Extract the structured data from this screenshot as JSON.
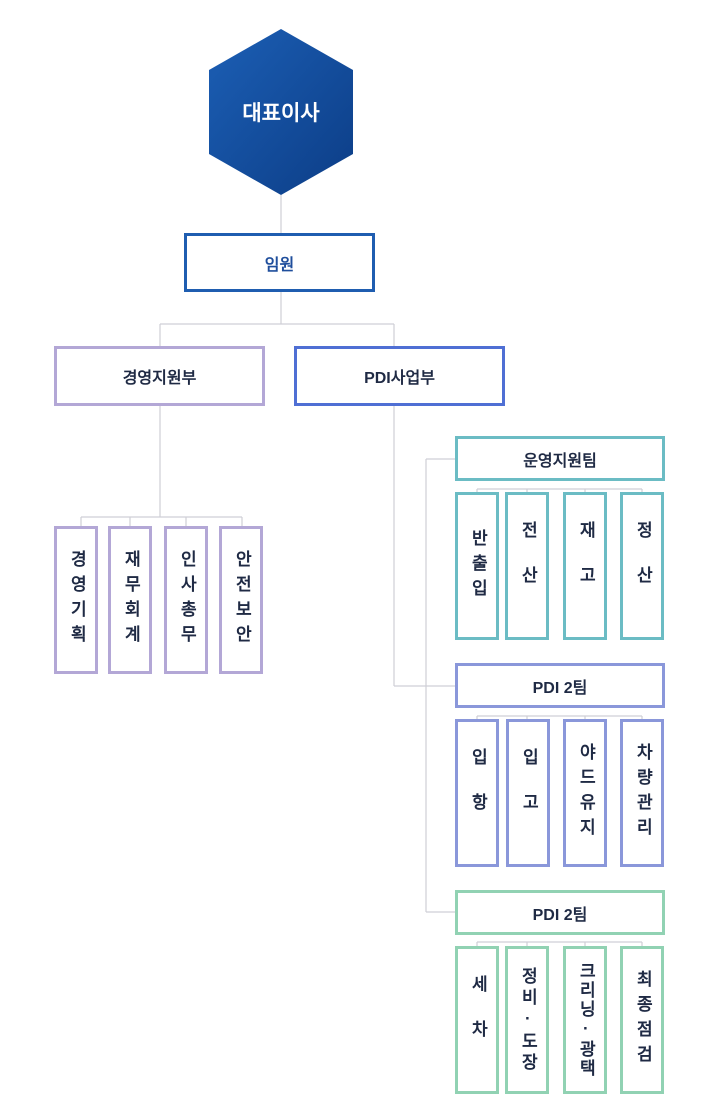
{
  "ceo": "대표이사",
  "executive": "임원",
  "divisions": {
    "management": "경영지원부",
    "pdi": "PDI사업부"
  },
  "management_units": [
    "경영기획",
    "재무회계",
    "인사총무",
    "안전보안"
  ],
  "teams": [
    {
      "title": "운영지원팀",
      "units": [
        "반출입",
        "전산",
        "재고",
        "정산"
      ]
    },
    {
      "title": "PDI 2팀",
      "units": [
        "입항",
        "입고",
        "야드유지",
        "차량관리"
      ]
    },
    {
      "title": "PDI 2팀",
      "units": [
        "세차",
        "정비·도장",
        "크리닝·광택",
        "최종점검"
      ]
    }
  ],
  "colors": {
    "ceo_fill_top": "#1c5fb5",
    "ceo_fill_bottom": "#0c3d86",
    "executive_border": "#1f5db0",
    "management_border": "#b3a7d6",
    "pdi_border": "#4f6fd4",
    "team1_border": "#6bbcc4",
    "team2_border": "#8a97da",
    "team3_border": "#91d2b3",
    "connector": "#cfcfd6"
  }
}
